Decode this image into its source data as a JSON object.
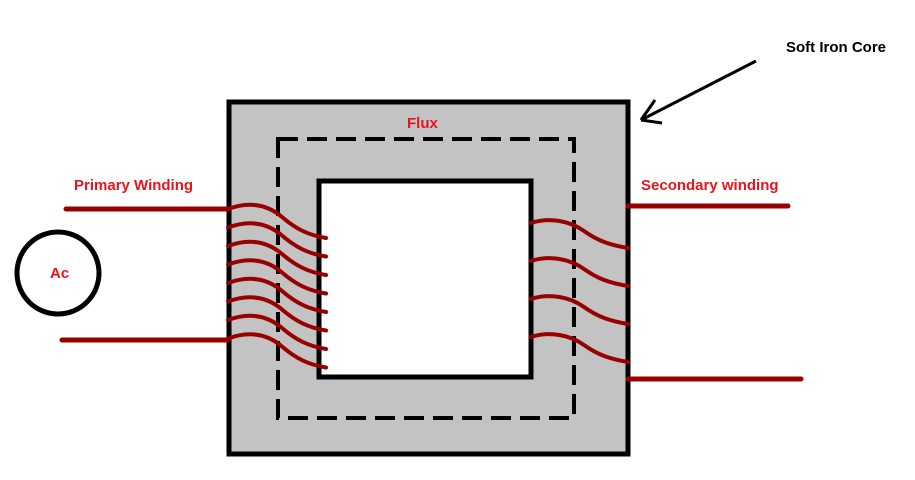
{
  "labels": {
    "core": "Soft Iron Core",
    "flux": "Flux",
    "primary": "Primary Winding",
    "secondary": "Secondary winding",
    "source": "Ac"
  },
  "colors": {
    "core_fill": "#c3c3c3",
    "outline": "#000000",
    "winding": "#990000",
    "label_red": "#e8141c",
    "background": "#ffffff"
  },
  "windings": {
    "primary_turns": 8,
    "secondary_turns": 4
  }
}
